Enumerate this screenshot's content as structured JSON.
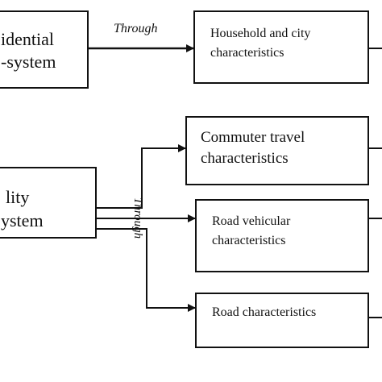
{
  "boxes": {
    "residential": {
      "lines": [
        "idential",
        "-system"
      ]
    },
    "household": {
      "lines": [
        "Household and city",
        "characteristics"
      ]
    },
    "mobility": {
      "lines": [
        "lity",
        "ystem"
      ]
    },
    "commuter": {
      "lines": [
        "Commuter travel",
        "characteristics"
      ]
    },
    "vehicular": {
      "lines": [
        "Road vehicular",
        "characteristics"
      ]
    },
    "road": {
      "lines": [
        "Road characteristics"
      ]
    }
  },
  "labels": {
    "through_top": "Through",
    "through_side": "Through"
  }
}
